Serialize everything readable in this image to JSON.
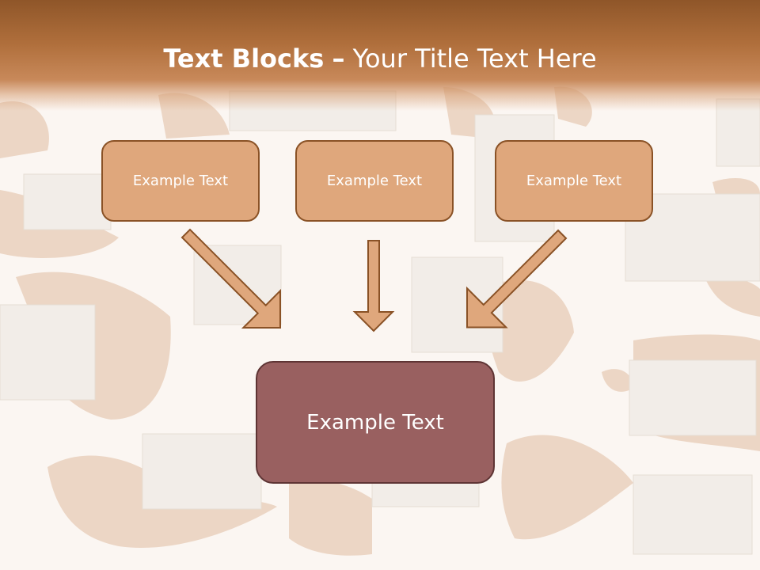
{
  "slide": {
    "title_bold": "Text Blocks",
    "title_dash": "–",
    "title_rest": "Your Title Text Here"
  },
  "blocks": {
    "top_left": "Example Text",
    "top_center": "Example Text",
    "top_right": "Example Text",
    "bottom": "Example Text"
  },
  "colors": {
    "header": "#b06f3c",
    "small_box_fill": "#dfa77c",
    "small_box_border": "#8a5226",
    "main_box_fill": "#996060",
    "main_box_border": "#5e3434",
    "arrow_fill": "#dfa77c",
    "arrow_stroke": "#8a5226"
  }
}
